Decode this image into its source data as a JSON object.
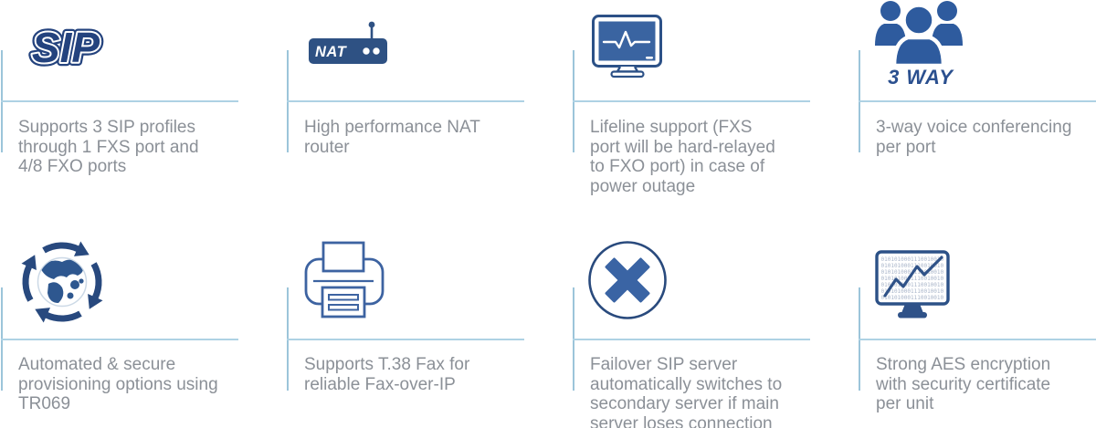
{
  "colors": {
    "accent_navy": "#28497e",
    "accent_blue": "#3a64a4",
    "icon_fill_blue": "#2e5b9e",
    "nat_box_blue": "#2e5183",
    "line_light_blue": "#a3cade",
    "text_gray": "#8b9097",
    "binary_text_gray": "#a9b5c9"
  },
  "features": [
    {
      "id": "sip-profiles",
      "icon": "sip-logo-icon",
      "icon_text": "SIP",
      "description": [
        "Supports 3 SIP profiles",
        "through 1 FXS port and",
        "4/8 FXO ports"
      ]
    },
    {
      "id": "nat-router",
      "icon": "nat-router-icon",
      "icon_text": "NAT",
      "description": [
        "High performance NAT",
        "router"
      ]
    },
    {
      "id": "lifeline-support",
      "icon": "heartbeat-monitor-icon",
      "description": [
        "Lifeline support (FXS",
        "port will be hard-relayed",
        "to FXO port) in case of",
        "power outage"
      ]
    },
    {
      "id": "three-way-conferencing",
      "icon": "conference-people-icon",
      "icon_text": "3 WAY",
      "description": [
        "3-way voice conferencing",
        "per port"
      ]
    },
    {
      "id": "auto-provisioning",
      "icon": "globe-sync-icon",
      "description": [
        "Automated & secure",
        "provisioning options using",
        "TR069"
      ]
    },
    {
      "id": "t38-fax",
      "icon": "fax-printer-icon",
      "description": [
        "Supports T.38 Fax for",
        "reliable Fax-over-IP"
      ]
    },
    {
      "id": "failover-sip-server",
      "icon": "x-circle-icon",
      "description": [
        "Failover SIP server",
        "automatically switches to",
        "secondary server if main",
        "server loses connection"
      ]
    },
    {
      "id": "aes-encryption",
      "icon": "binary-monitor-icon",
      "icon_text": "010101000111001001010010",
      "description": [
        "Strong AES encryption",
        "with security certificate",
        "per unit"
      ]
    }
  ]
}
